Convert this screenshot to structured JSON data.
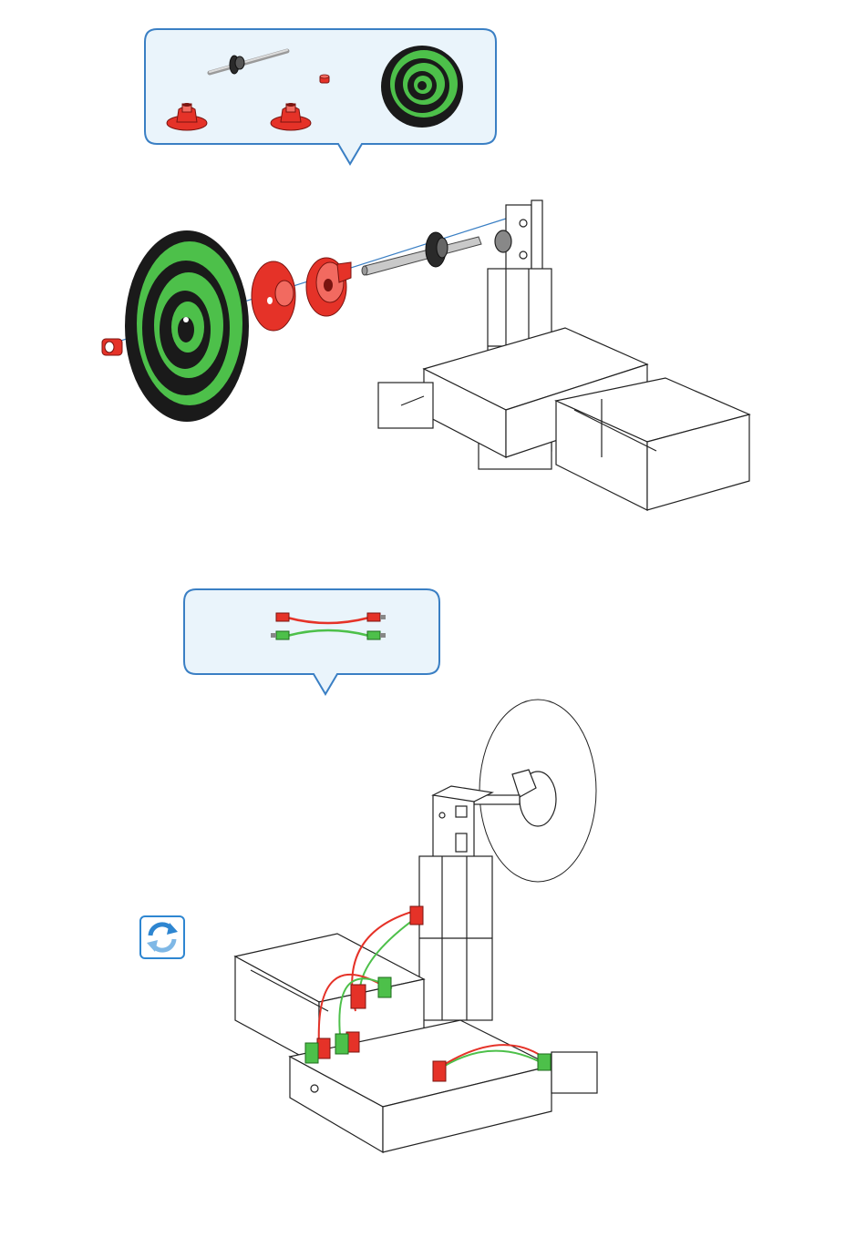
{
  "page": {
    "background": "#ffffff"
  },
  "colors": {
    "callout_border": "#3a7fc4",
    "callout_fill": "#eaf4fb",
    "part_red": "#e53228",
    "part_green": "#4dc04a",
    "part_black": "#1a1a1a",
    "part_grey": "#b8b8b8",
    "outline": "#222222",
    "icon_blue": "#2e86d1"
  },
  "step1": {
    "callout_parts": [
      "axle-with-gear",
      "clip-bushing",
      "spiral-disc",
      "hub-nut",
      "hub-nut"
    ],
    "assembly_parts": [
      "spiral-disc",
      "clip-bushing",
      "hub-plate",
      "hub-nut",
      "axle-with-gear",
      "building-block-tower",
      "controller",
      "battery-box"
    ]
  },
  "step2": {
    "callout_parts": [
      "cable-red",
      "cable-green"
    ],
    "assembly_parts": [
      "disc-outline",
      "motor-tower",
      "battery-box",
      "controller",
      "plugs-red",
      "plugs-green"
    ],
    "rotate_icon": "rotate-icon"
  }
}
